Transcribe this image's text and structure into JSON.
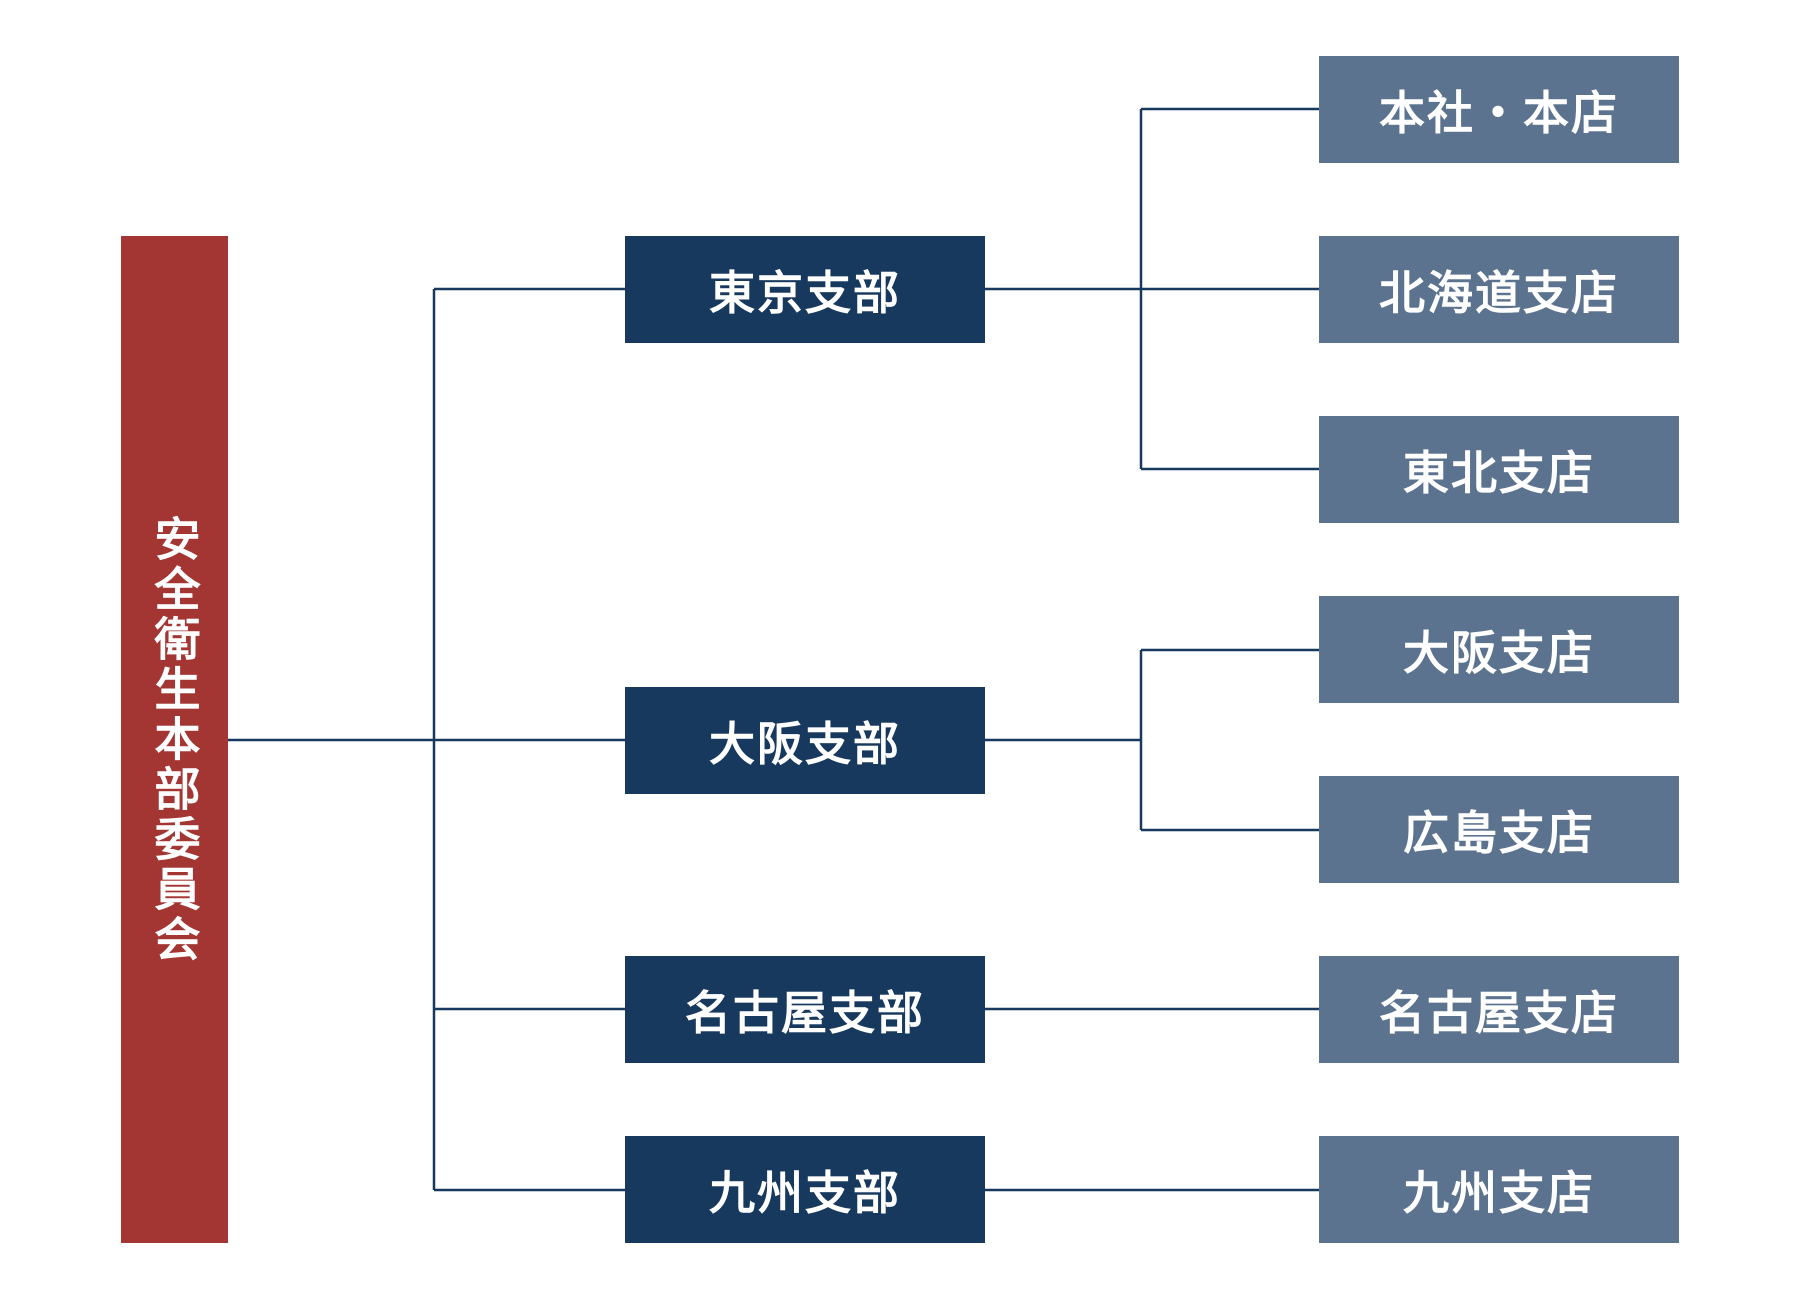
{
  "diagram": {
    "type": "org-chart",
    "root": {
      "label": "安全衛生本部委員会",
      "color": "#a33533"
    },
    "branches": [
      {
        "label": "東京支部",
        "color": "#17395e",
        "children": [
          "本社・本店",
          "北海道支店",
          "東北支店"
        ]
      },
      {
        "label": "大阪支部",
        "color": "#17395e",
        "children": [
          "大阪支店",
          "広島支店"
        ]
      },
      {
        "label": "名古屋支部",
        "color": "#17395e",
        "children": [
          "名古屋支店"
        ]
      },
      {
        "label": "九州支部",
        "color": "#17395e",
        "children": [
          "九州支店"
        ]
      }
    ],
    "leaf_color": "#5b738f",
    "line_color": "#17395e"
  }
}
